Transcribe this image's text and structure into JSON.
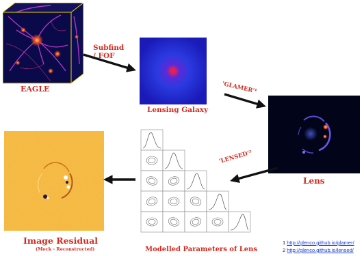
{
  "labels": {
    "eagle": "EAGLE",
    "subfind": "Subfind",
    "fof": "/ FOF",
    "lensing_galaxy": "Lensing Galaxy",
    "glamer": "'GLAMER'¹",
    "lens": "Lens",
    "lensed": "'LENSED'²",
    "modelled_params": "Modelled Parameters of Lens",
    "image_residual": "Image Residual",
    "residual_sub": "(Mock - Reconstructed)"
  },
  "footnotes": [
    {
      "num": "1",
      "url": "http://glenco.github.io/glamer/"
    },
    {
      "num": "2",
      "url": "http://glenco.github.io/lensed/"
    }
  ],
  "colors": {
    "label_red": "#d42a1e",
    "arrow": "#111111",
    "link_blue": "#1a3cd4"
  }
}
